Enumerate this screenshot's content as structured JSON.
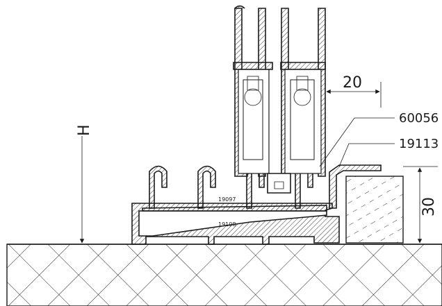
{
  "dimensions": {
    "width_label": "20",
    "height_label": "30",
    "level_label": "H"
  },
  "part_numbers": {
    "callout_top": "60056",
    "callout_bottom": "19113",
    "profile_upper": "19097",
    "profile_lower": "19108"
  }
}
